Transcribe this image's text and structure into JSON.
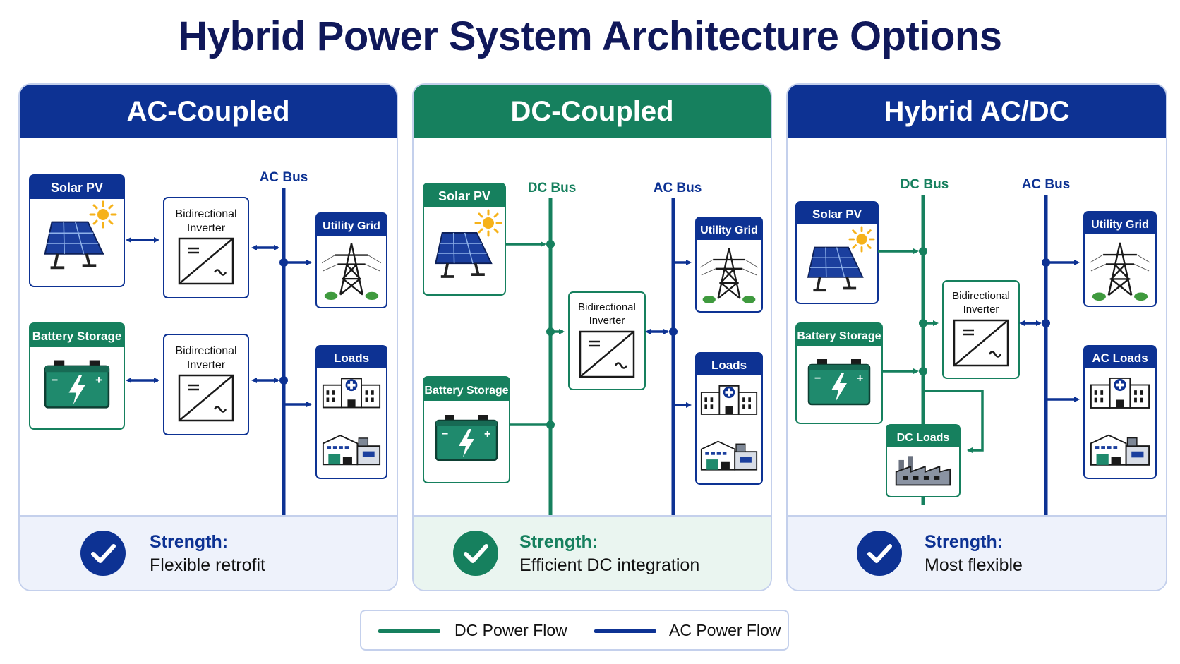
{
  "title": "Hybrid Power System Architecture Options",
  "colors": {
    "ac_blue": "#0d3293",
    "dc_green": "#16805e",
    "title_navy": "#10185a"
  },
  "panels": [
    {
      "heading": "AC-Coupled",
      "bus_labels": {
        "ac": "AC Bus"
      },
      "components": {
        "solar": "Solar PV",
        "battery": "Battery Storage",
        "inverter1_line1": "Bidirectional",
        "inverter1_line2": "Inverter",
        "inverter2_line1": "Bidirectional",
        "inverter2_line2": "Inverter",
        "grid": "Utility Grid",
        "loads": "Loads"
      },
      "strength_label": "Strength:",
      "strength_text": "Flexible retrofit"
    },
    {
      "heading": "DC-Coupled",
      "bus_labels": {
        "dc": "DC Bus",
        "ac": "AC Bus"
      },
      "components": {
        "solar": "Solar PV",
        "battery": "Battery Storage",
        "inverter_line1": "Bidirectional",
        "inverter_line2": "Inverter",
        "grid": "Utility Grid",
        "loads": "Loads"
      },
      "strength_label": "Strength:",
      "strength_text": "Efficient DC integration"
    },
    {
      "heading": "Hybrid AC/DC",
      "bus_labels": {
        "dc": "DC Bus",
        "ac": "AC Bus"
      },
      "components": {
        "solar": "Solar PV",
        "battery": "Battery Storage",
        "inverter_line1": "Bidirectional",
        "inverter_line2": "Inverter",
        "dc_loads": "DC Loads",
        "grid": "Utility Grid",
        "ac_loads": "AC Loads"
      },
      "strength_label": "Strength:",
      "strength_text": "Most flexible"
    }
  ],
  "legend": [
    {
      "label": "DC Power Flow",
      "color": "#16805e"
    },
    {
      "label": "AC Power Flow",
      "color": "#0d3293"
    }
  ]
}
